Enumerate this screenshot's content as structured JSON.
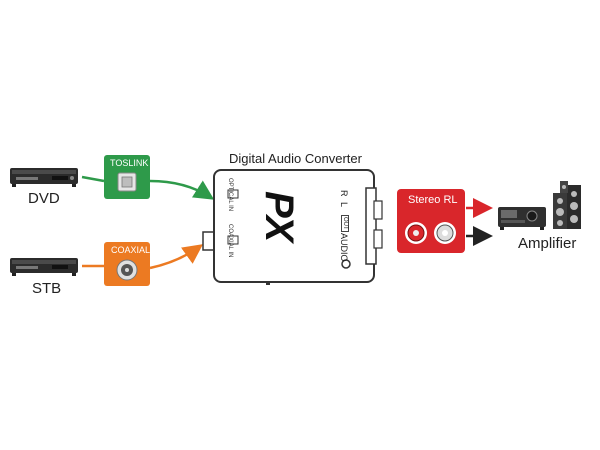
{
  "title": "Digital Audio Converter",
  "sources": [
    {
      "label": "DVD",
      "input": "TOSLINK",
      "color": "#2e9a4a"
    },
    {
      "label": "STB",
      "input": "COAXIAL",
      "color": "#ec7a22"
    }
  ],
  "converter": {
    "logo": "PX",
    "optical_in": "OPTICAL IN",
    "coaxial_in": "COAXIAL IN",
    "audio_label": "AUDIO",
    "r_label": "R",
    "l_label": "L",
    "out_label": "OUT"
  },
  "output": {
    "label": "Stereo RL",
    "color": "#d9262b"
  },
  "destination": {
    "label": "Amplifier"
  },
  "colors": {
    "green": "#2e9a4a",
    "orange": "#ec7a22",
    "red": "#d9262b",
    "black": "#222222"
  }
}
